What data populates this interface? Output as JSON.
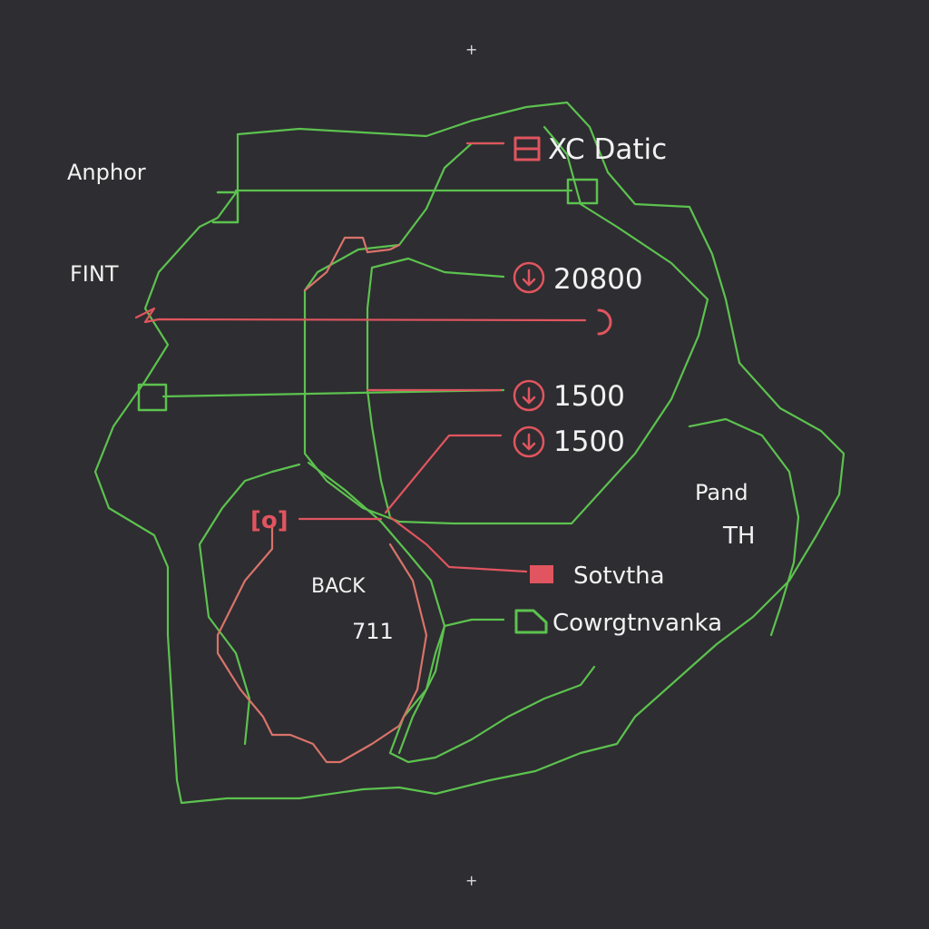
{
  "colors": {
    "background": "#2e2d31",
    "green": "#5cc24f",
    "red": "#e0555f",
    "salmon": "#d8736a",
    "text": "#f2f2f2"
  },
  "markers": {
    "top": "+",
    "bottom": "+"
  },
  "left_labels": {
    "anchor": "Anphor",
    "fint": "FINT"
  },
  "right_labels": [
    {
      "icon": "square-red-icon",
      "text": "XC Datic"
    },
    {
      "icon": "down-arrow-circle-icon",
      "text": "20800"
    },
    {
      "icon": "down-arrow-circle-icon",
      "text": "1500"
    },
    {
      "icon": "down-arrow-circle-icon",
      "text": "1500"
    }
  ],
  "region_labels": {
    "pand": "Pand",
    "th": "TH"
  },
  "bottom_labels": [
    {
      "icon": "flag-red-icon",
      "text": "Sotvtha"
    },
    {
      "icon": "flag-green-icon",
      "text": "Cowrgtnvanka"
    }
  ],
  "center_labels": {
    "back": "BACK",
    "value": "711"
  }
}
